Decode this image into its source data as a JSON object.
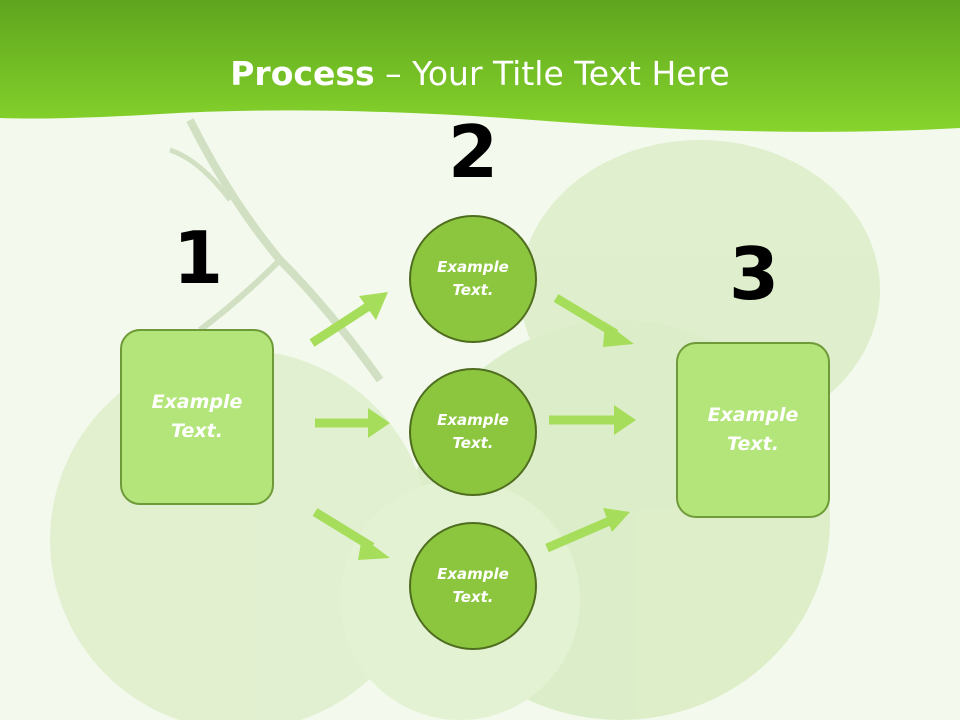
{
  "title": {
    "bold": "Process",
    "rest": " – Your Title Text Here"
  },
  "steps": [
    {
      "number": "1"
    },
    {
      "number": "2"
    },
    {
      "number": "3"
    }
  ],
  "box_left": {
    "line1": "Example",
    "line2": "Text."
  },
  "box_right": {
    "line1": "Example",
    "line2": "Text."
  },
  "circles": [
    {
      "line1": "Example",
      "line2": "Text."
    },
    {
      "line1": "Example",
      "line2": "Text."
    },
    {
      "line1": "Example",
      "line2": "Text."
    }
  ],
  "colors": {
    "header": "#7acc2a",
    "box_fill": "#b3e57a",
    "circle_fill": "#8cc63f",
    "arrow": "#a6dd5a"
  }
}
